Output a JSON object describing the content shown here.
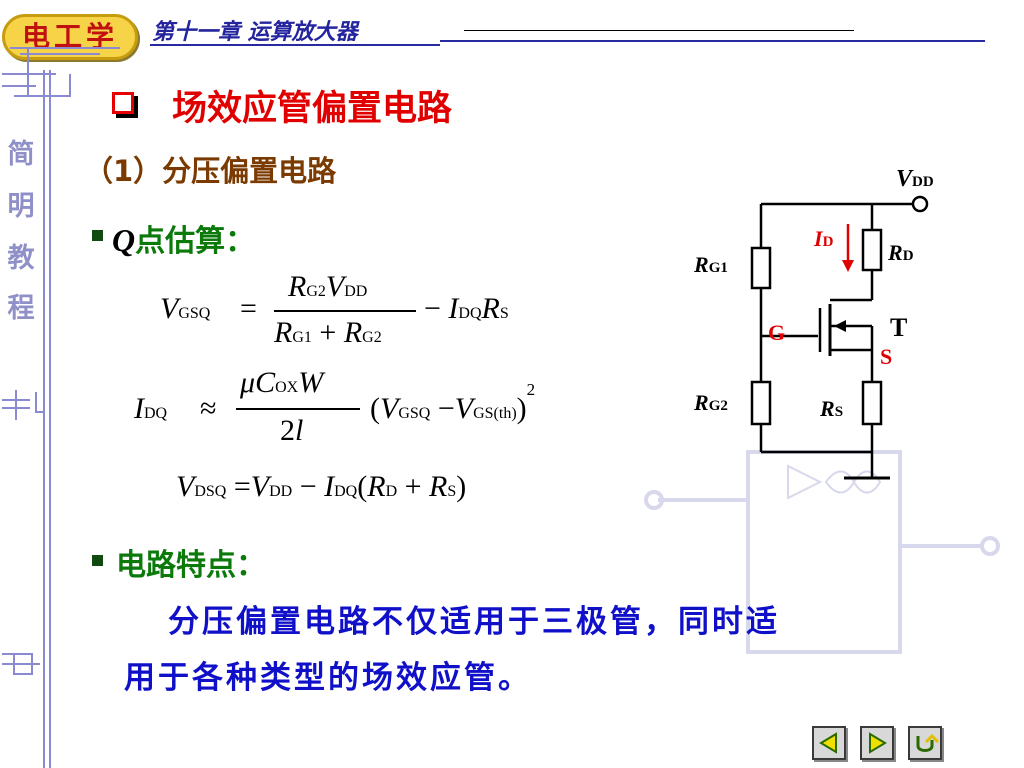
{
  "header": {
    "logo": "电工学",
    "chapter": "第十一章  运算放大器"
  },
  "sidebar": {
    "chars": [
      "简",
      "明",
      "教",
      "程"
    ]
  },
  "content": {
    "title": "场效应管偏置电路",
    "subtitle": "（1）分压偏置电路",
    "q_label_italic": "Q",
    "q_label_text": "点估算：",
    "features_label": "电路特点：",
    "features_line1": "分压偏置电路不仅适用于三极管，同时适",
    "features_line2": "用于各种类型的场效应管。"
  },
  "equations": {
    "eq1": {
      "lhs": "V",
      "lhs_sub": "GSQ",
      "equals": "=",
      "num_r": "R",
      "num_r_sub": "G2",
      "num_v": "V",
      "num_v_sub": "DD",
      "den_r1": "R",
      "den_r1_sub": "G1",
      "den_plus": "+",
      "den_r2": "R",
      "den_r2_sub": "G2",
      "minus": "−",
      "i": "I",
      "i_sub": "DQ",
      "r": "R",
      "r_sub": "S"
    },
    "eq2": {
      "lhs": "I",
      "lhs_sub": "DQ",
      "approx": "≈",
      "num_mu": "μ",
      "num_c": "C",
      "num_c_sub": "OX",
      "num_w": "W",
      "den": "2",
      "den_l": "l",
      "lp": "(",
      "v1": "V",
      "v1_sub": "GSQ",
      "minus": "−",
      "v2": "V",
      "v2_sub": "GS(th)",
      "rp": ")",
      "sup": "2"
    },
    "eq3": {
      "lhs": "V",
      "lhs_sub": "DSQ",
      "equals": "=",
      "v": "V",
      "v_sub": "DD",
      "minus": "−",
      "i": "I",
      "i_sub": "DQ",
      "lp": "(",
      "r1": "R",
      "r1_sub": "D",
      "plus": "+",
      "r2": "R",
      "r2_sub": "S",
      "rp": ")"
    }
  },
  "circuit": {
    "vdd": "V",
    "vdd_sub": "DD",
    "id": "I",
    "id_sub": "D",
    "rd": "R",
    "rd_sub": "D",
    "rg1": "R",
    "rg1_sub": "G1",
    "rg2": "R",
    "rg2_sub": "G2",
    "rs": "R",
    "rs_sub": "S",
    "g": "G",
    "t": "T",
    "s": "S",
    "colors": {
      "accent": "#e00000",
      "wire": "#000000"
    }
  },
  "nav": {
    "prev_icon": "triangle-left-icon",
    "next_icon": "triangle-right-icon",
    "return_icon": "return-arrow-icon"
  }
}
